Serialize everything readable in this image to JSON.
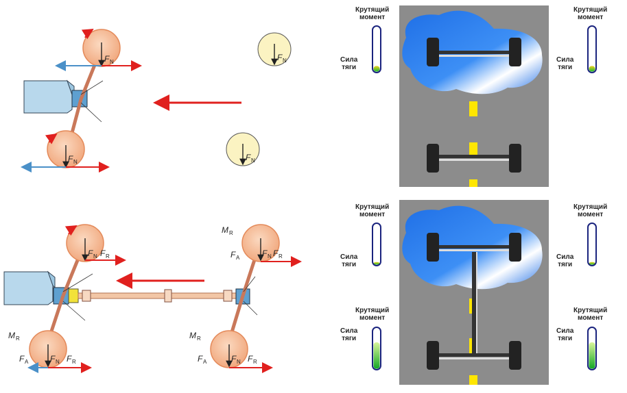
{
  "labels": {
    "torque_line1": "Крутящий",
    "torque_line2": "момент",
    "traction_line1": "Сила",
    "traction_line2": "тяги"
  },
  "forces": {
    "normal": "F",
    "normal_sub": "N",
    "reaction": "F",
    "reaction_sub": "R",
    "drive": "F",
    "drive_sub": "A",
    "moment": "M",
    "moment_sub": "R"
  },
  "colors": {
    "wheel_fill": "#f6c9a8",
    "wheel_stroke": "#e48a5a",
    "arrow_red": "#e0201e",
    "arrow_blue": "#4a90c8",
    "road": "#8c8c8c",
    "water": "#1f6fe6",
    "lane_mark": "#ffe600",
    "gauge_stroke": "#1a237e",
    "gauge_low": "#f0c020",
    "gauge_green": "#2ecc40",
    "engine": "#b8d8ec"
  },
  "gauges": {
    "top_left_level": 0.12,
    "top_right_level": 0.12,
    "mid_left_level": 0.06,
    "mid_right_level": 0.06,
    "bottom_left_level": 0.62,
    "bottom_right_level": 0.62
  }
}
